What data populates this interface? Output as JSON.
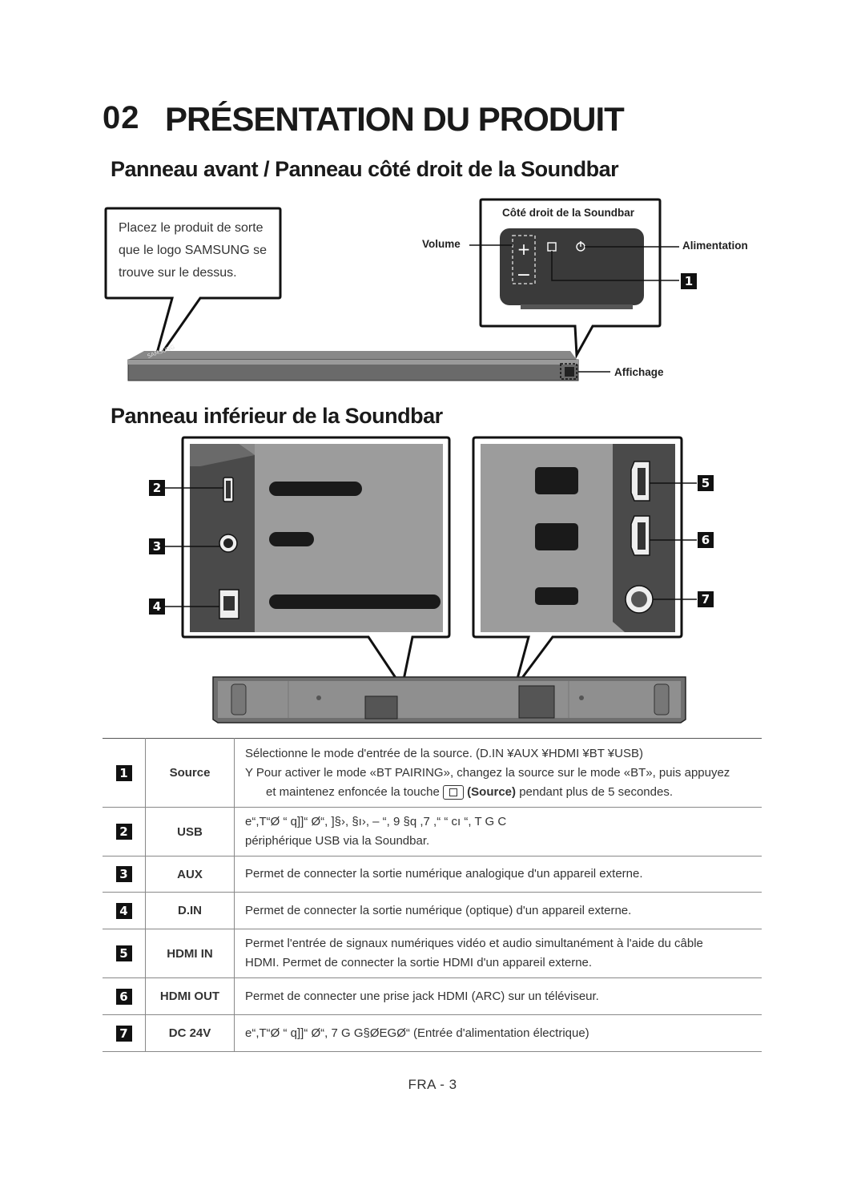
{
  "chapter": {
    "number": "02",
    "title": "PRÉSENTATION DU PRODUIT"
  },
  "front_panel": {
    "title": "Panneau avant / Panneau côté droit de la Soundbar",
    "callout_lines": [
      "Placez le produit de sorte",
      "que le logo SAMSUNG se",
      "trouve sur le dessus."
    ],
    "side_label": "Côté droit de la Soundbar",
    "volume_label": "Volume",
    "power_label": "Alimentation",
    "display_label": "Affichage",
    "marker": "1"
  },
  "bottom_panel": {
    "title": "Panneau inférieur de la Soundbar",
    "markers": [
      "2",
      "3",
      "4",
      "5",
      "6",
      "7"
    ]
  },
  "table": [
    {
      "num": "1",
      "name": "Source",
      "line1": "Sélectionne le mode d'entrée de la source. (D.IN ¥AUX ¥HDMI ¥BT ¥USB)",
      "line2": "Y Pour activer le mode «BT PAIRING», changez la source sur le mode «BT», puis appuyez",
      "line3a": "et maintenez enfoncée la touche",
      "line3b": "(Source)",
      "line3c": "pendant plus de 5 secondes."
    },
    {
      "num": "2",
      "name": "USB",
      "line1": "e“,T“Ø “ q]]“ Ø“, ]§›, §ı›, – “, 9 §q ,7 ,“ “ cı “, T G C",
      "line2": "périphérique USB via la Soundbar."
    },
    {
      "num": "3",
      "name": "AUX",
      "line1": "Permet de connecter la sortie numérique analogique d'un appareil externe."
    },
    {
      "num": "4",
      "name": "D.IN",
      "line1": "Permet de connecter la sortie numérique (optique) d'un appareil externe."
    },
    {
      "num": "5",
      "name": "HDMI IN",
      "line1": "Permet l'entrée de signaux numériques vidéo et audio simultanément à l'aide du câble",
      "line2": "HDMI. Permet de connecter la sortie HDMI d'un appareil externe."
    },
    {
      "num": "6",
      "name": "HDMI OUT",
      "line1": "Permet de connecter une prise jack HDMI (ARC) sur un téléviseur."
    },
    {
      "num": "7",
      "name": "DC 24V",
      "line1": "e“,T“Ø “ q]]“ Ø“, 7 G G§ØEGØ“ (Entrée d'alimentation électrique)"
    }
  ],
  "page": "FRA - 3"
}
